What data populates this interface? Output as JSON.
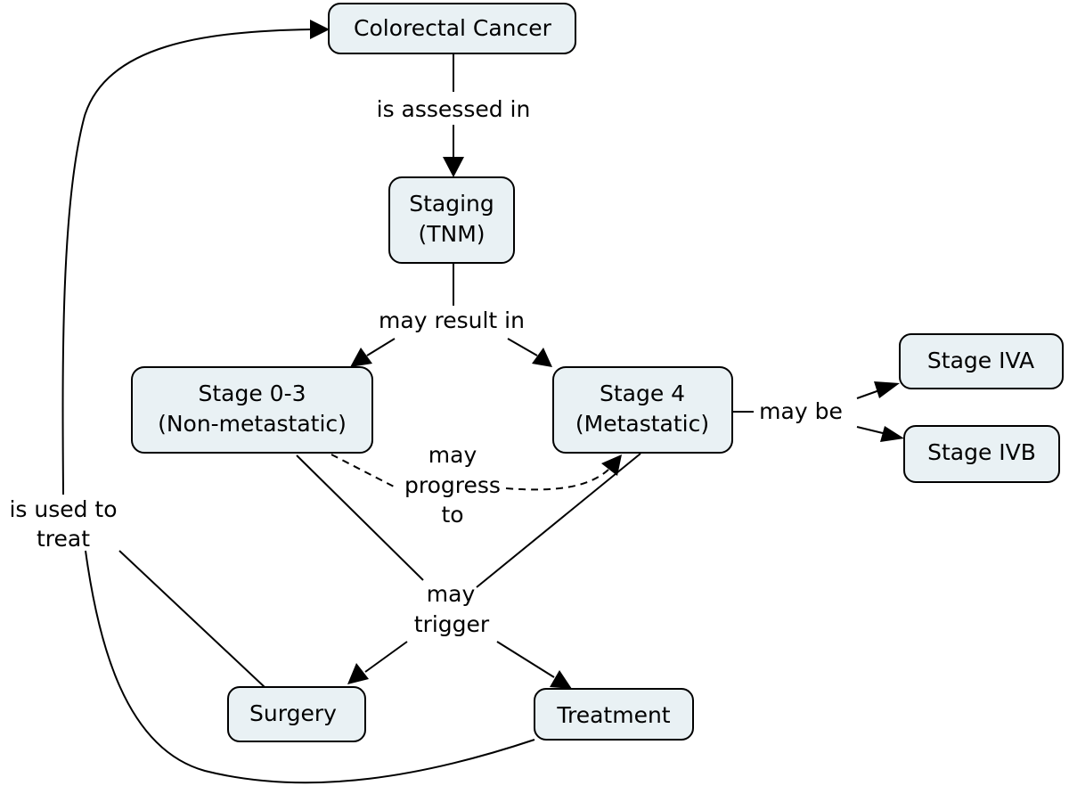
{
  "nodes": {
    "colorectal": {
      "label": "Colorectal Cancer"
    },
    "staging": {
      "line1": "Staging",
      "line2": "(TNM)"
    },
    "stage03": {
      "line1": "Stage 0-3",
      "line2": "(Non-metastatic)"
    },
    "stage4": {
      "line1": "Stage 4",
      "line2": "(Metastatic)"
    },
    "stageIVA": {
      "label": "Stage IVA"
    },
    "stageIVB": {
      "label": "Stage IVB"
    },
    "surgery": {
      "label": "Surgery"
    },
    "treatment": {
      "label": "Treatment"
    }
  },
  "links": {
    "assessed": "is assessed in",
    "result": "may result in",
    "may_be": "may be",
    "progress": {
      "line1": "may",
      "line2": "progress",
      "line3": "to"
    },
    "trigger": {
      "line1": "may",
      "line2": "trigger"
    },
    "used": {
      "line1": "is used to",
      "line2": "treat"
    }
  }
}
